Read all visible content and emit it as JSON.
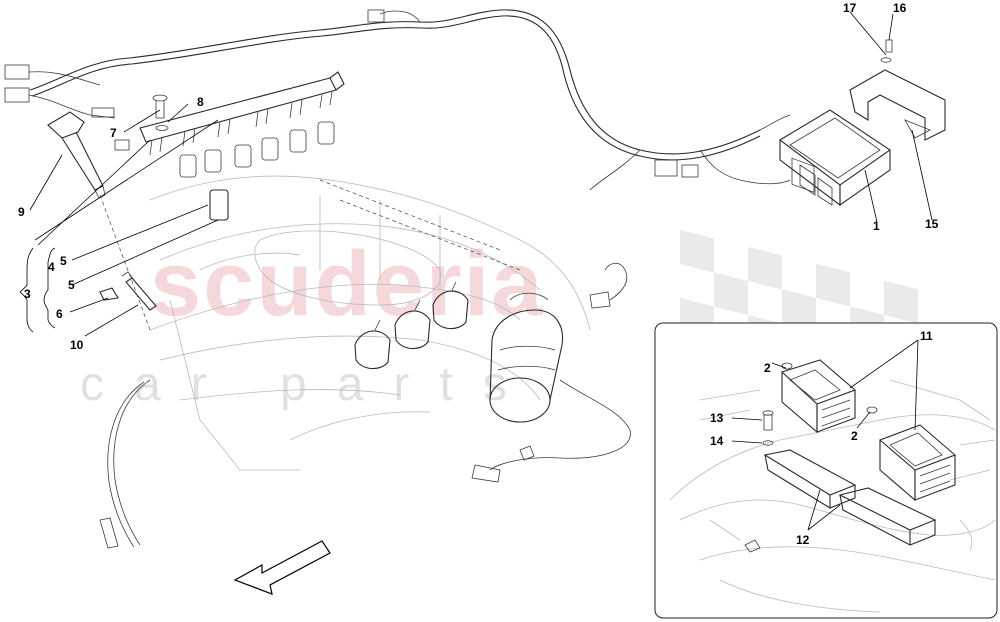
{
  "watermark": {
    "brand": "scuderia",
    "subtitle": "car parts",
    "brand_color": "#e9a9ad"
  },
  "callouts": {
    "c1": "1",
    "c2a": "2",
    "c2b": "2",
    "c3": "3",
    "c4": "4",
    "c5a": "5",
    "c5b": "5",
    "c6": "6",
    "c7": "7",
    "c8": "8",
    "c9": "9",
    "c10": "10",
    "c11": "11",
    "c12": "12",
    "c13": "13",
    "c14": "14",
    "c15": "15",
    "c16": "16",
    "c17": "17"
  },
  "icons": {
    "direction_arrow": "front-direction-arrow-icon"
  }
}
